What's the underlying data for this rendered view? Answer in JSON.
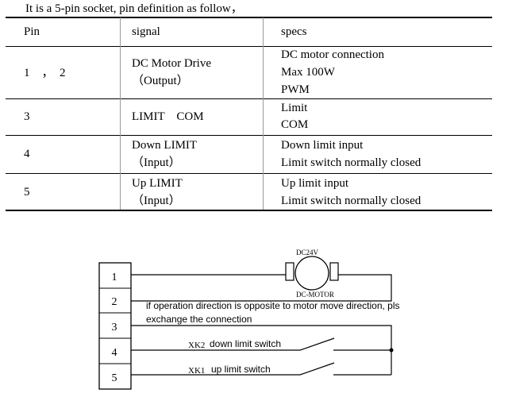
{
  "intro": "It is a 5-pin socket, pin definition as follow，",
  "table": {
    "headers": {
      "pin": "Pin",
      "signal": "signal",
      "specs": "specs"
    },
    "rows": [
      {
        "pin": "1　，　2",
        "signal": [
          "DC Motor Drive",
          "（Output）"
        ],
        "specs": [
          "DC motor connection",
          "Max 100W",
          "PWM"
        ]
      },
      {
        "pin": "3",
        "signal": [
          "LIMIT　COM"
        ],
        "specs": [
          "Limit",
          "COM"
        ]
      },
      {
        "pin": "4",
        "signal": [
          "Down LIMIT",
          "（Input）"
        ],
        "specs": [
          "Down limit input",
          "Limit switch normally closed"
        ]
      },
      {
        "pin": "5",
        "signal": [
          "Up LIMIT",
          "（Input）"
        ],
        "specs": [
          "Up limit input",
          "Limit switch normally closed"
        ]
      }
    ]
  },
  "diagram": {
    "pins": [
      "1",
      "2",
      "3",
      "4",
      "5"
    ],
    "motor_voltage": "DC24V",
    "motor_label": "DC-MOTOR",
    "note_line1": "if operation direction is opposite to motor move direction, pls",
    "note_line2": "exchange the connection",
    "xk2": {
      "id": "XK2",
      "label": "down limit switch"
    },
    "xk1": {
      "id": "XK1",
      "label": "up limit switch"
    }
  }
}
